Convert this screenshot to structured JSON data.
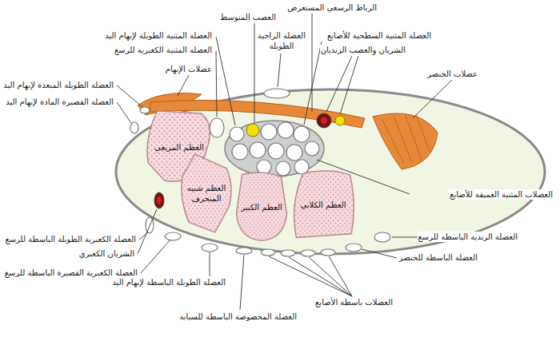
{
  "diagram": {
    "nodes": [
      {
        "text": [
          "العظم المربعي"
        ]
      },
      {
        "text": [
          "العظم شبيه المنحرف"
        ]
      },
      {
        "text": [
          "العظم الكبير"
        ]
      },
      {
        "text": [
          "العظم الكلابي"
        ]
      }
    ],
    "labels": [
      "الرباط الرسغي المستعرض",
      "العصب المتوسط",
      "العضلة المثنية الطويلة لإبهام اليد",
      "العضلة الراحية الطويلة",
      "العضلة المثنية السطحية للأصابع",
      "العضلة المثنية الكعبرية للرسغ",
      "الشريان والعصب الزنديان",
      "عضلات الإبهام",
      "عضلات الخنصر",
      "العضلة الطويلة المبعدة لإبهام اليد",
      "العضلة القصيرة المادة لإبهام اليد",
      "العضلات المثنية العميقة للأصابع",
      "العضلة الكعبرية الطويلة الباسطة للرسغ",
      "العضلة الزندية الباسطة للرسغ",
      "الشريان الكعبري",
      "العضلة الباسطة للخنصر",
      "العضلة الكعبرية القصيرة الباسطة للرسغ",
      "العضلة الطويلة الباسطة لإبهام اليد",
      "العضلات باسطة الأصابع",
      "العضلة المخصوصة الباسطة للسبابة"
    ]
  }
}
